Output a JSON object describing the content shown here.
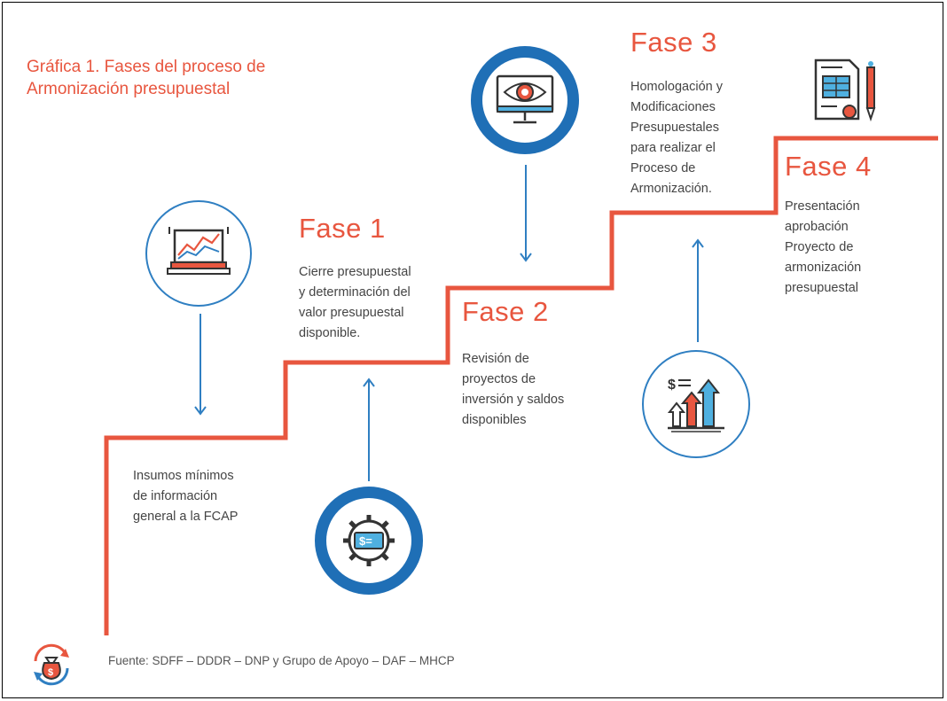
{
  "title": "Gráfica 1. Fases del proceso de\nArmonización presupuestal",
  "colors": {
    "accent": "#e8563f",
    "blue": "#1f6fb6",
    "text": "#444444"
  },
  "inputs": {
    "text": "Insumos mínimos\nde información\ngeneral a la FCAP",
    "icon": "laptop-chart-icon"
  },
  "phases": [
    {
      "title": "Fase 1",
      "text": "Cierre presupuestal\ny determinación del\nvalor presupuestal\ndisponible.",
      "icon": "gear-money-icon"
    },
    {
      "title": "Fase 2",
      "text": "Revisión de\nproyectos de\ninversión y saldos\ndisponibles",
      "icon": "eye-monitor-icon"
    },
    {
      "title": "Fase 3",
      "text": "Homologación y\nModificaciones\nPresupuestales\npara realizar el\nProceso de\nArmonización.",
      "icon": "document-pen-icon"
    },
    {
      "title": "Fase 4",
      "text": "Presentación\naprobación\nProyecto de\narmonización\npresupuestal",
      "icon": "bar-chart-growth-icon"
    }
  ],
  "source": "Fuente: SDFF – DDDR – DNP y Grupo de Apoyo – DAF – MHCP",
  "source_icon": "money-bag-cycle-icon"
}
